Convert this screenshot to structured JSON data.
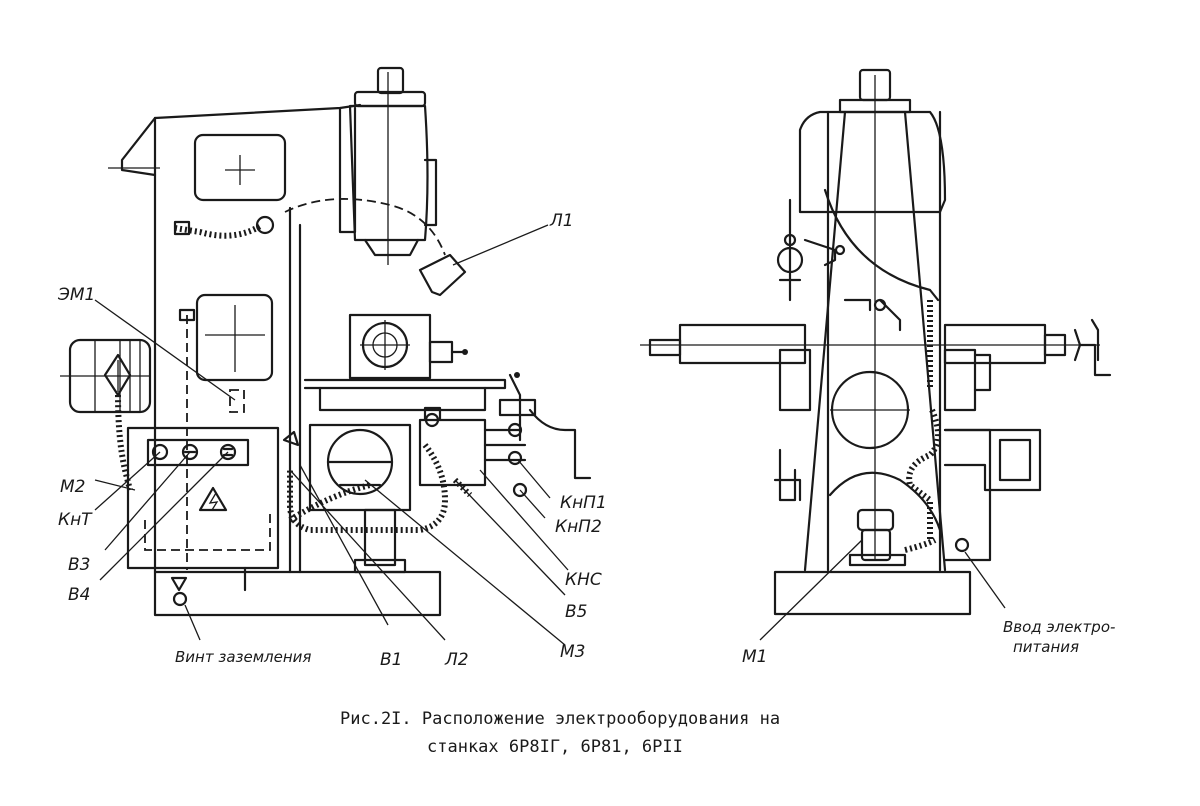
{
  "labels": {
    "l1": "Л1",
    "em1": "ЭМ1",
    "m2": "М2",
    "knt": "КнТ",
    "v3": "В3",
    "v4": "В4",
    "ground_screw": "Винт заземления",
    "v1": "В1",
    "l2": "Л2",
    "m3": "М3",
    "v5": "В5",
    "kns": "КНС",
    "knp1": "КнП1",
    "knp2": "КнП2",
    "m1": "М1",
    "power_input_line1": "Ввод электро-",
    "power_input_line2": "питания"
  },
  "caption": {
    "line1": "Рис.2I. Расположение электрооборудования на",
    "line2": "станках 6Р8IГ, 6Р81, 6РII"
  },
  "icons": {
    "warning": "high-voltage-warning-icon",
    "ground": "ground-symbol-icon"
  }
}
